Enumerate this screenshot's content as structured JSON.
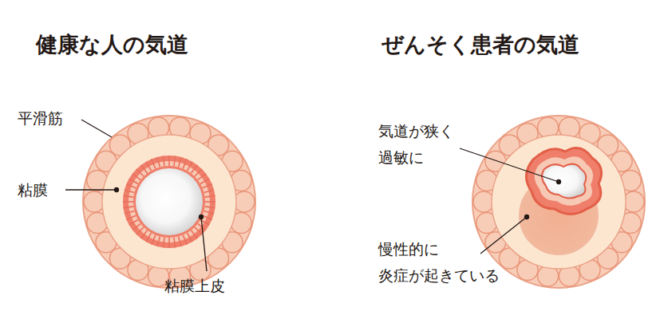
{
  "diagram": {
    "labels": [
      "健康な人の気道",
      "ぜんそく患者の気道",
      "平滑筋",
      "粘膜",
      "粘膜上皮",
      "気道が狭く 過敏に",
      "慢性的に 炎症が起きている"
    ]
  }
}
